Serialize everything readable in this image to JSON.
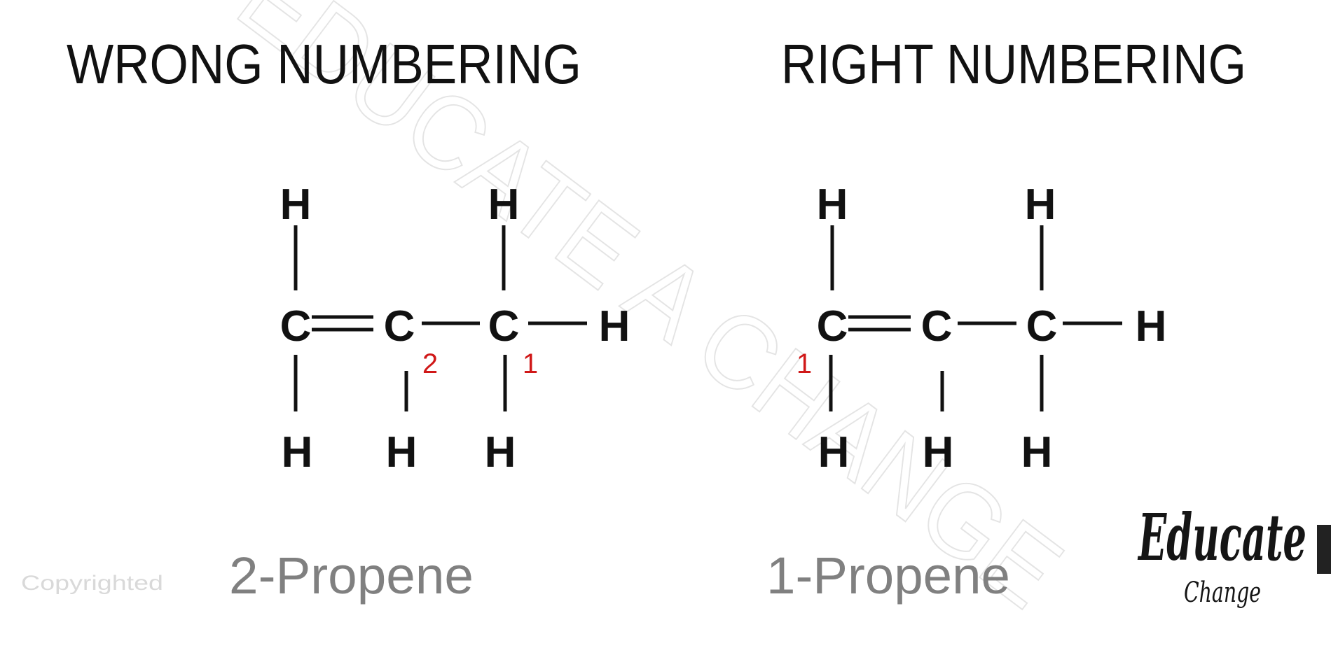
{
  "watermark": "EDUCATE A CHANGE",
  "copyright": "Copyrighted",
  "logo": {
    "line1": "Educate",
    "line2": "Change"
  },
  "left": {
    "title": "WRONG NUMBERING",
    "top": [
      "H",
      "H"
    ],
    "middle": [
      "C",
      "C",
      "C",
      "H"
    ],
    "bottom": [
      "H",
      "H",
      "H"
    ],
    "numbers": [
      "2",
      "1"
    ],
    "name": "2-Propene"
  },
  "right": {
    "title": "RIGHT NUMBERING",
    "top": [
      "H",
      "H"
    ],
    "middle": [
      "C",
      "C",
      "C",
      "H"
    ],
    "bottom": [
      "H",
      "H",
      "H"
    ],
    "numbers": [
      "1"
    ],
    "name": "1-Propene"
  },
  "colors": {
    "numbering": "#d01818",
    "name": "#808080"
  }
}
